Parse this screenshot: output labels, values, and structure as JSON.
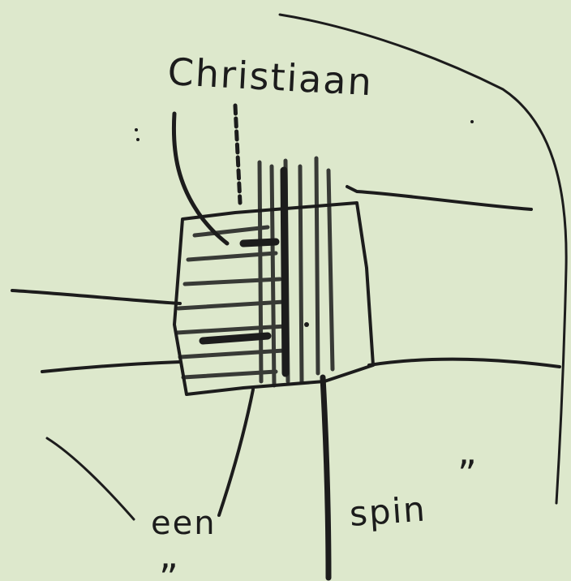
{
  "drawing": {
    "name_label": "Christiaan",
    "caption_word_1": "een",
    "caption_word_2": "spin",
    "quote_open": "„",
    "quote_close": "”",
    "ink_color": "#1c1c1c",
    "paper_color": "#dde8cc"
  }
}
